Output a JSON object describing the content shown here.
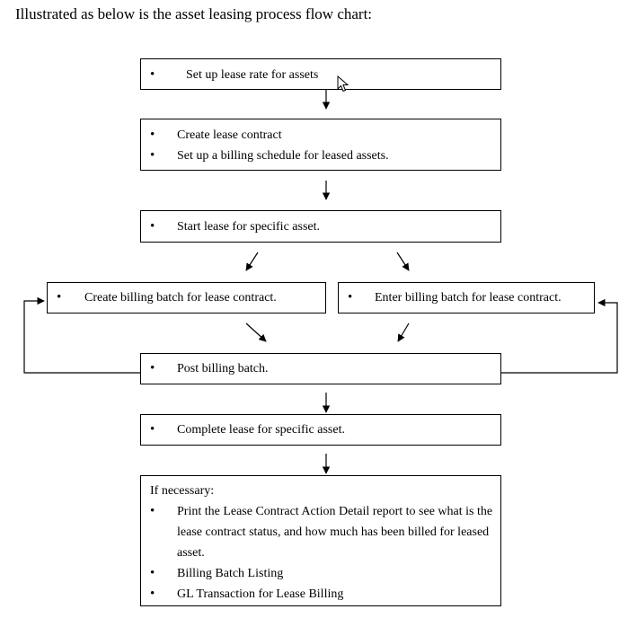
{
  "intro": "Illustrated as below is the asset leasing process flow chart:",
  "boxes": {
    "lease_rate": [
      "Set up lease rate for assets"
    ],
    "contract": [
      "Create lease contract",
      "Set up a billing schedule for leased assets."
    ],
    "start": [
      "Start lease for specific asset."
    ],
    "create_batch": [
      "Create billing batch for lease contract."
    ],
    "enter_batch": [
      "Enter billing batch for lease contract."
    ],
    "post": [
      "Post billing batch."
    ],
    "complete": [
      "Complete lease for specific asset."
    ],
    "reports": {
      "heading": "If necessary:",
      "items": [
        "Print the Lease Contract Action Detail report to see what is the lease contract status, and how much has been billed for leased asset.",
        "Billing Batch Listing",
        "GL Transaction for Lease Billing"
      ]
    }
  },
  "icons": {
    "pointer": "mouse-pointer-icon"
  }
}
